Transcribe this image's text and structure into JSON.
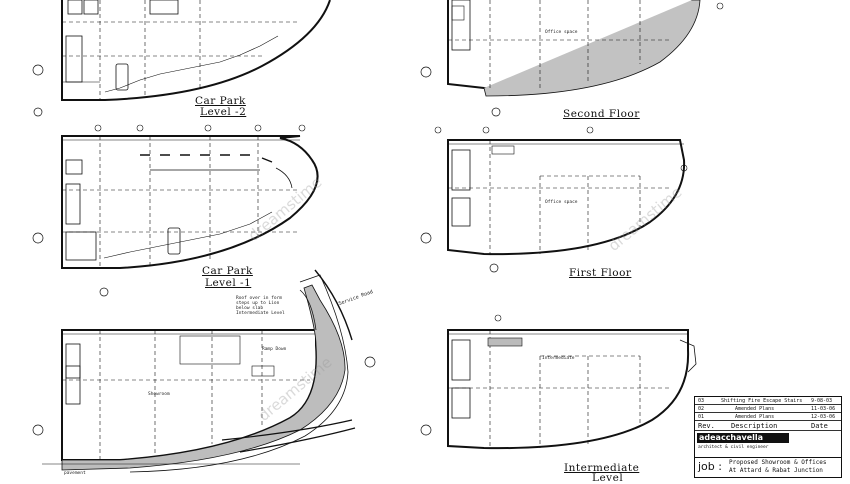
{
  "drawings": {
    "car_park_level_2": {
      "title": "Car Park",
      "level": "Level -2"
    },
    "car_park_level_1": {
      "title": "Car Park",
      "level": "Level -1"
    },
    "second_floor": {
      "title": "Second Floor",
      "room": "Office space"
    },
    "first_floor": {
      "title": "First Floor",
      "room": "Office space"
    },
    "intermediate": {
      "title": "Intermediate",
      "level": "Level",
      "room": "Intermediate"
    },
    "ground": {
      "road": "Service Road",
      "note_lines": [
        "Roof over in form",
        "steps up to Lion",
        "below slab",
        "Intermediate Level"
      ],
      "showroom": "Showroom",
      "ramp": "Ramp Down",
      "pavement": "pavement"
    }
  },
  "title_block": {
    "revisions": [
      {
        "rev": "03",
        "desc": "Shifting Fire Escape Stairs",
        "date": "9-08-03"
      },
      {
        "rev": "02",
        "desc": "Amended Plans",
        "date": "11-03-06"
      },
      {
        "rev": "01",
        "desc": "Amended Plans",
        "date": "12-03-06"
      }
    ],
    "head_rev": "Rev.",
    "head_desc": "Description",
    "head_date": "Date",
    "firm": "adeacchavella",
    "firm_sub": "architect & civil engineer",
    "job_label": "job :",
    "job_line1": "Proposed Showroom & Offices",
    "job_line2": "At Attard & Rabat Junction"
  },
  "watermark": "dreamstime"
}
